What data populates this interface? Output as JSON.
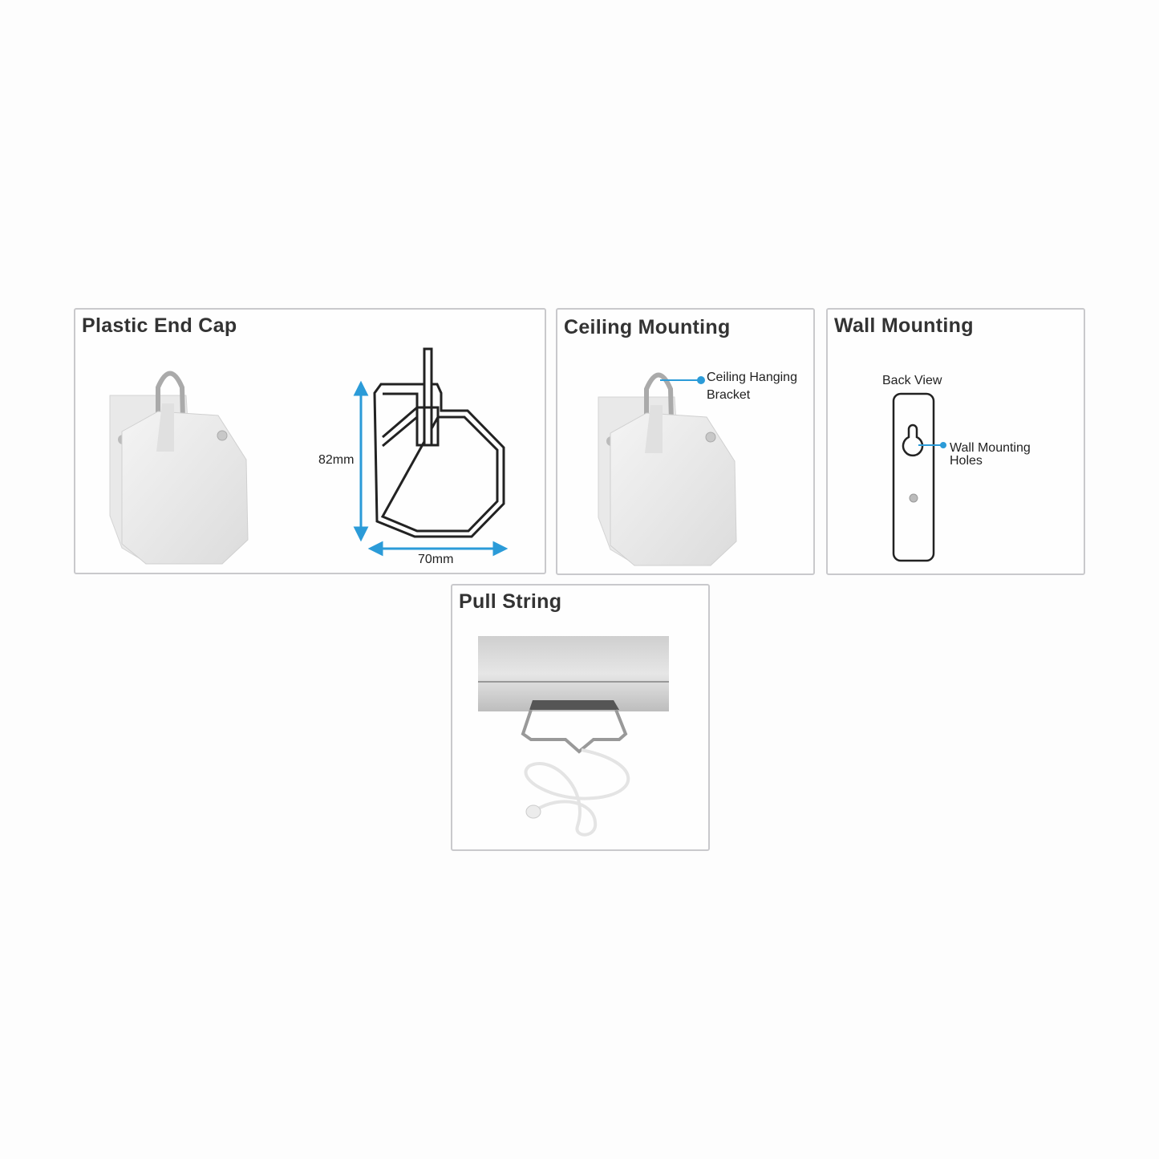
{
  "panels": {
    "end_cap": {
      "title": "Plastic End Cap",
      "height_label": "82mm",
      "width_label": "70mm"
    },
    "ceiling": {
      "title": "Ceiling Mounting",
      "callout_line1": "Ceiling Hanging",
      "callout_line2": "Bracket"
    },
    "wall": {
      "title": "Wall Mounting",
      "view_label": "Back View",
      "callout_line1": "Wall Mounting",
      "callout_line2": "Holes"
    },
    "pull": {
      "title": "Pull String"
    }
  },
  "colors": {
    "accent": "#2b9bd8",
    "border": "#c9c9cc",
    "outline": "#222222"
  }
}
